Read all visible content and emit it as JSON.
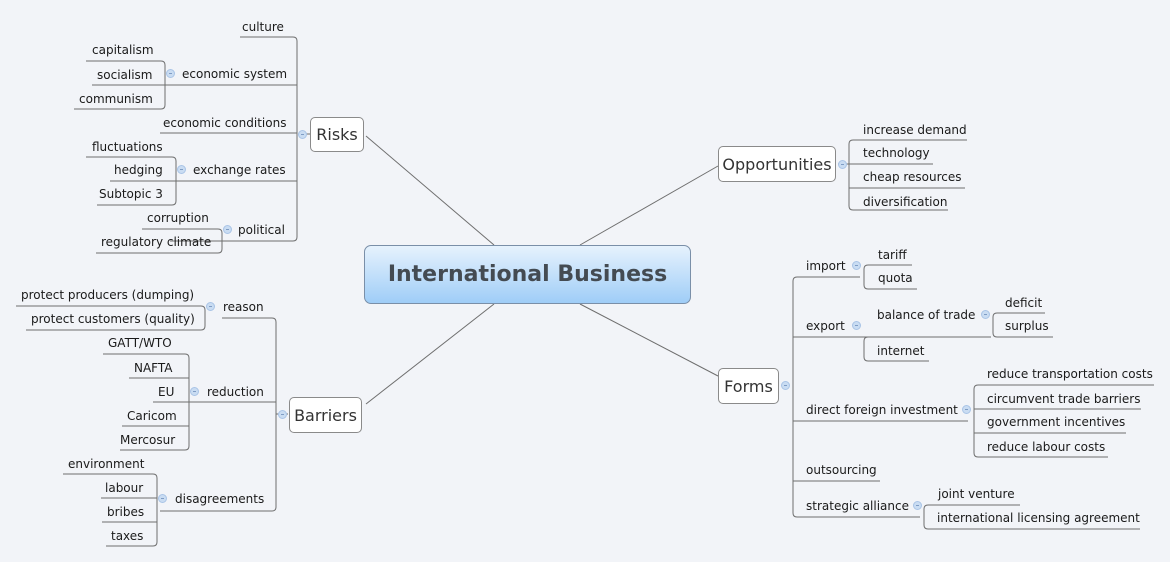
{
  "central": "International Business",
  "risks": {
    "label": "Risks",
    "culture": "culture",
    "economic_system": {
      "label": "economic system",
      "children": [
        "capitalism",
        "socialism",
        "communism"
      ]
    },
    "economic_conditions": "economic conditions",
    "exchange_rates": {
      "label": "exchange rates",
      "children": [
        "fluctuations",
        "hedging",
        "Subtopic 3"
      ]
    },
    "political": {
      "label": "political",
      "children": [
        "corruption",
        "regulatory climate"
      ]
    }
  },
  "barriers": {
    "label": "Barriers",
    "reason": {
      "label": "reason",
      "children": [
        "protect producers (dumping)",
        "protect customers (quality)"
      ]
    },
    "reduction": {
      "label": "reduction",
      "children": [
        "GATT/WTO",
        "NAFTA",
        "EU",
        "Caricom",
        "Mercosur"
      ]
    },
    "disagreements": {
      "label": "disagreements",
      "children": [
        "environment",
        "labour",
        "bribes",
        "taxes"
      ]
    }
  },
  "opportunities": {
    "label": "Opportunities",
    "children": [
      "increase demand",
      "technology",
      "cheap resources",
      "diversification"
    ]
  },
  "forms": {
    "label": "Forms",
    "import": {
      "label": "import",
      "children": [
        "tariff",
        "quota"
      ]
    },
    "export": {
      "label": "export",
      "balance_of_trade": {
        "label": "balance of trade",
        "children": [
          "deficit",
          "surplus"
        ]
      },
      "internet": "internet"
    },
    "dfi": {
      "label": "direct foreign investment",
      "children": [
        "reduce transportation costs",
        "circumvent trade barriers",
        "government incentives",
        "reduce labour costs"
      ]
    },
    "outsourcing": "outsourcing",
    "strategic_alliance": {
      "label": "strategic alliance",
      "children": [
        "joint venture",
        "international licensing agreement"
      ]
    }
  },
  "colors": {
    "line": "#6e6e6e",
    "background": "#f2f4f8"
  }
}
